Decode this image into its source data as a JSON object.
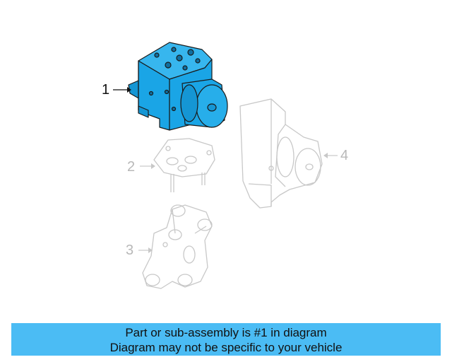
{
  "callouts": {
    "c1": "1",
    "c2": "2",
    "c3": "3",
    "c4": "4"
  },
  "banner": {
    "line1": "Part or sub-assembly is #1 in diagram",
    "line2": "Diagram may not be specific to your vehicle"
  },
  "colors": {
    "highlight": "#4bbcf4",
    "part_fill": "#1aa5e6",
    "faded_line": "#c8c8c8"
  }
}
